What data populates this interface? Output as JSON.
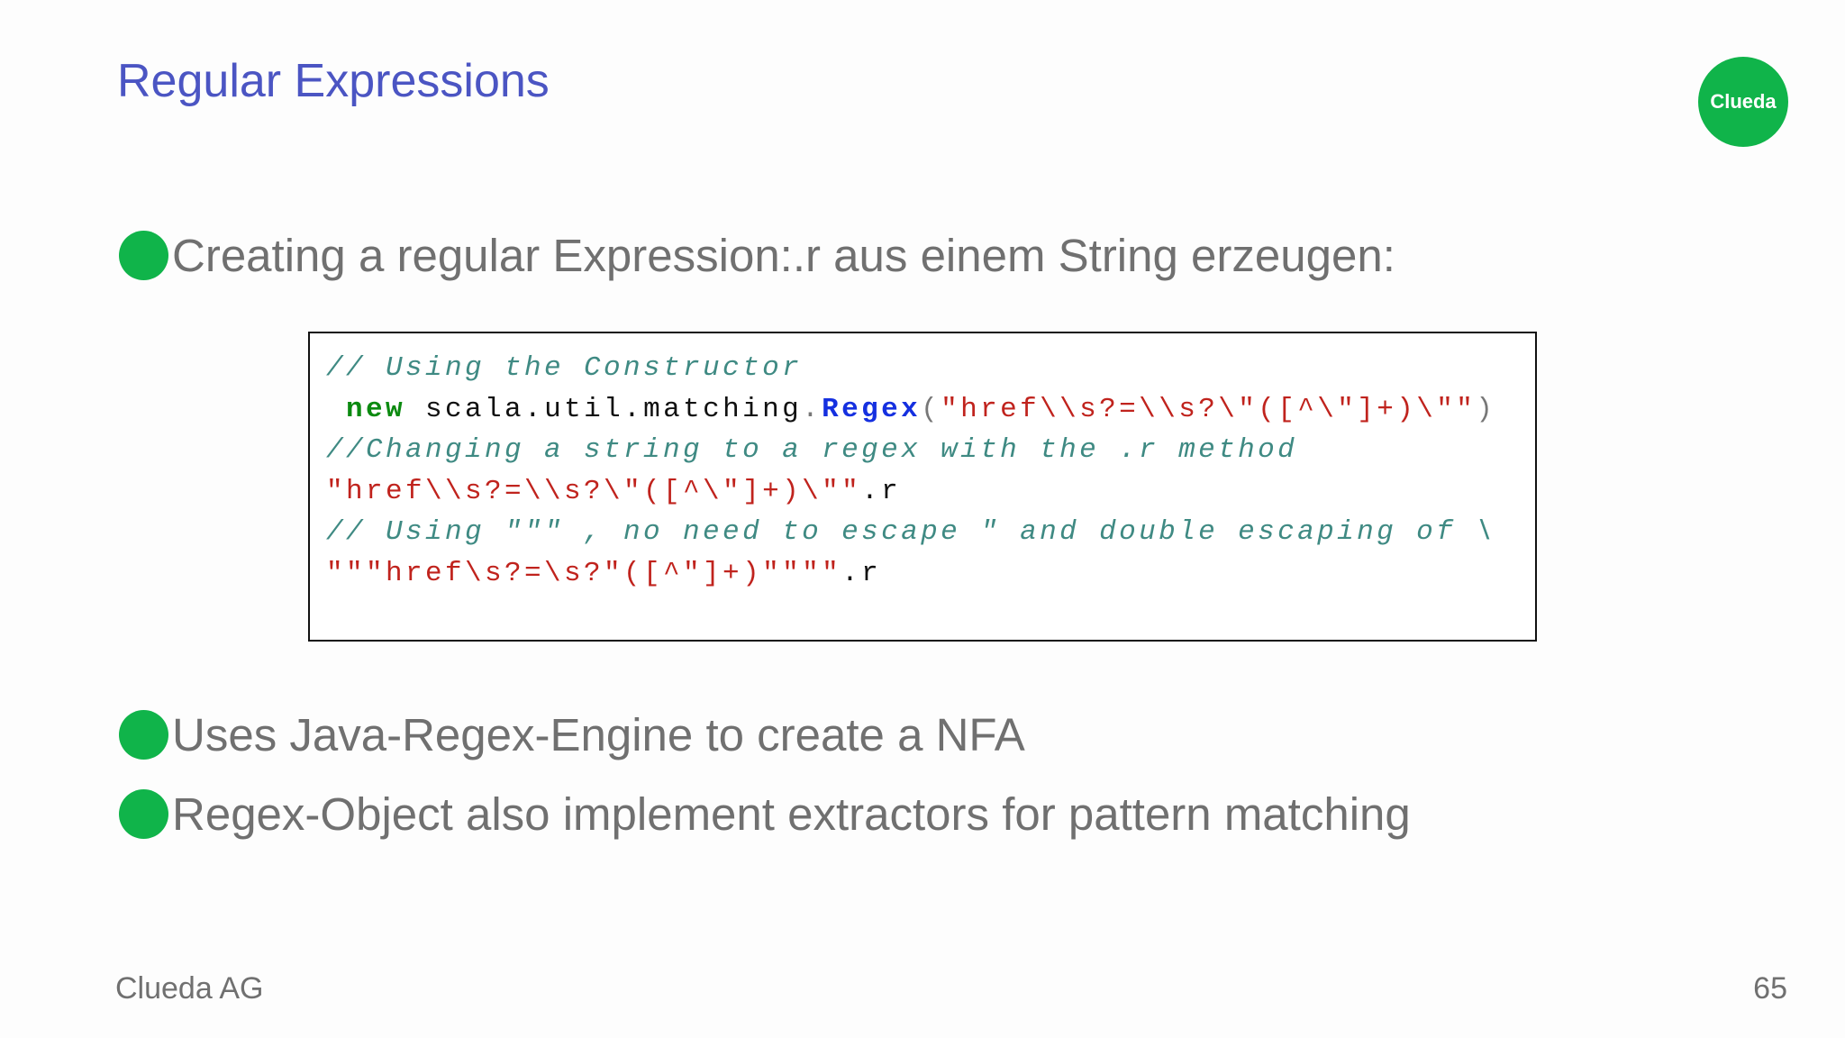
{
  "title": "Regular Expressions",
  "logo": "Clueda",
  "bullets": [
    "Creating a regular Expression:.r aus einem String erzeugen:",
    "Uses Java-Regex-Engine to create a NFA",
    "Regex-Object also implement extractors for pattern matching"
  ],
  "code": {
    "line1": "// Using the Constructor",
    "line2_kw": "new",
    "line2_pkg": "scala.util.matching",
    "line2_cls": "Regex",
    "line2_str": "\"href\\\\s?=\\\\s?\\\"([^\\\"]+)\\\"\"",
    "line3": "//Changing a string to a regex with the .r method",
    "line4_str": "\"href\\\\s?=\\\\s?\\\"([^\\\"]+)\\\"\"",
    "line4_suffix": ".r",
    "line5": "// Using \"\"\" , no need to escape \" and double escaping of \\",
    "line6_str": "\"\"\"href\\s?=\\s?\"([^\"]+)\"\"\"\"",
    "line6_suffix": ".r"
  },
  "footer": {
    "company": "Clueda AG",
    "page": "65"
  },
  "colors": {
    "accent": "#4b55c3",
    "brand_green": "#10b44a"
  }
}
